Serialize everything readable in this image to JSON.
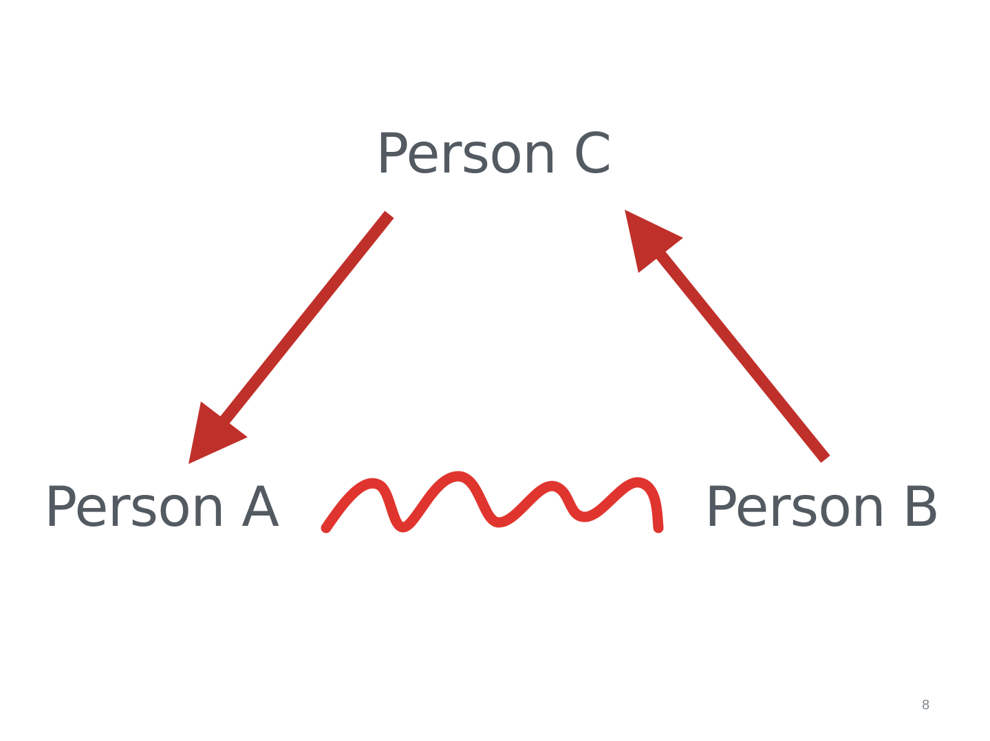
{
  "slide": {
    "page_number": "8"
  },
  "people": {
    "c": "Person C",
    "a": "Person A",
    "b": "Person B"
  },
  "colors": {
    "text": "#535a62",
    "arrow": "#c0302b",
    "squiggle": "#e0352e",
    "page_number": "#7f858b",
    "background": "#ffffff"
  },
  "icons": {
    "arrow_c_to_a": "arrow-down-left-icon",
    "arrow_b_to_c": "arrow-up-left-icon",
    "conflict": "squiggle-icon"
  }
}
